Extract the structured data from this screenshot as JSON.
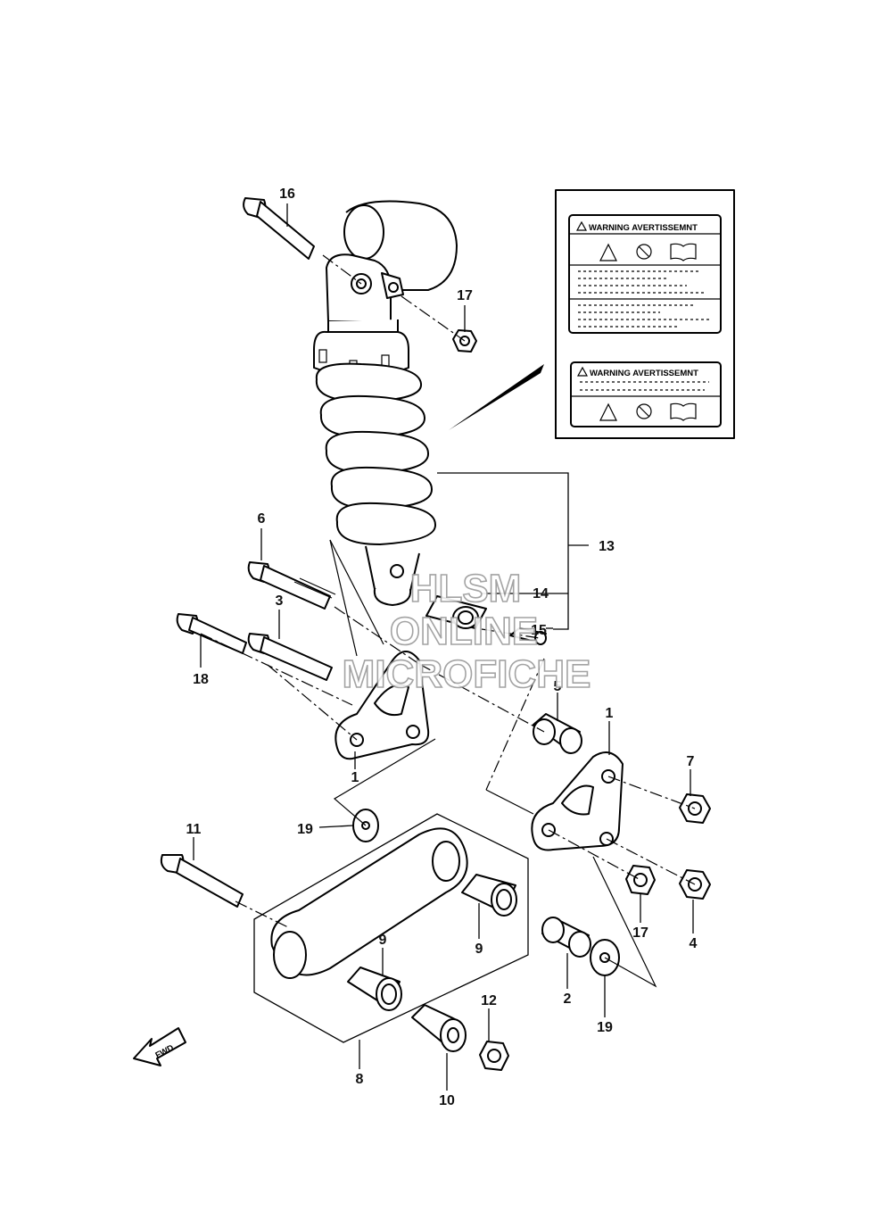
{
  "callouts": {
    "c1a": "1",
    "c1b": "1",
    "c2": "2",
    "c3": "3",
    "c4": "4",
    "c5": "5",
    "c6": "6",
    "c7": "7",
    "c8": "8",
    "c9a": "9",
    "c9b": "9",
    "c10": "10",
    "c11": "11",
    "c12": "12",
    "c13": "13",
    "c14": "14",
    "c15": "15",
    "c16": "16",
    "c17a": "17",
    "c17b": "17",
    "c18": "18",
    "c19a": "19",
    "c19b": "19"
  },
  "warning_labels": {
    "large_title": "WARNING AVERTISSEMNT",
    "small_title": "WARNING AVERTISSEMNT"
  },
  "fwd_arrow": "FWD",
  "watermark": {
    "line1": "HLSM",
    "line2": "ONLINE",
    "line3": "MICROFICHE"
  }
}
